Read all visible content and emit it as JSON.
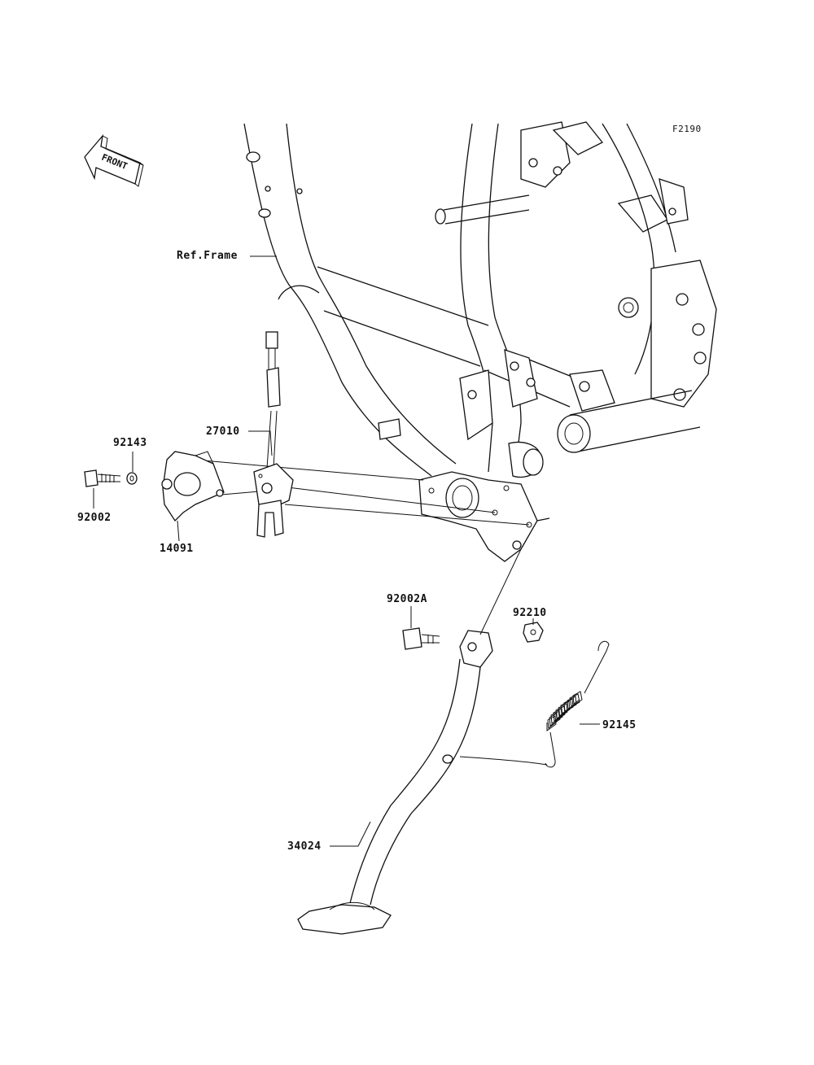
{
  "figure_code": "F2190",
  "front_arrow_label": "FRONT",
  "labels": {
    "ref_frame": "Ref.Frame",
    "p27010": "27010",
    "p92143": "92143",
    "p92002": "92002",
    "p14091": "14091",
    "p92002a": "92002A",
    "p92210": "92210",
    "p92145": "92145",
    "p34024": "34024"
  }
}
